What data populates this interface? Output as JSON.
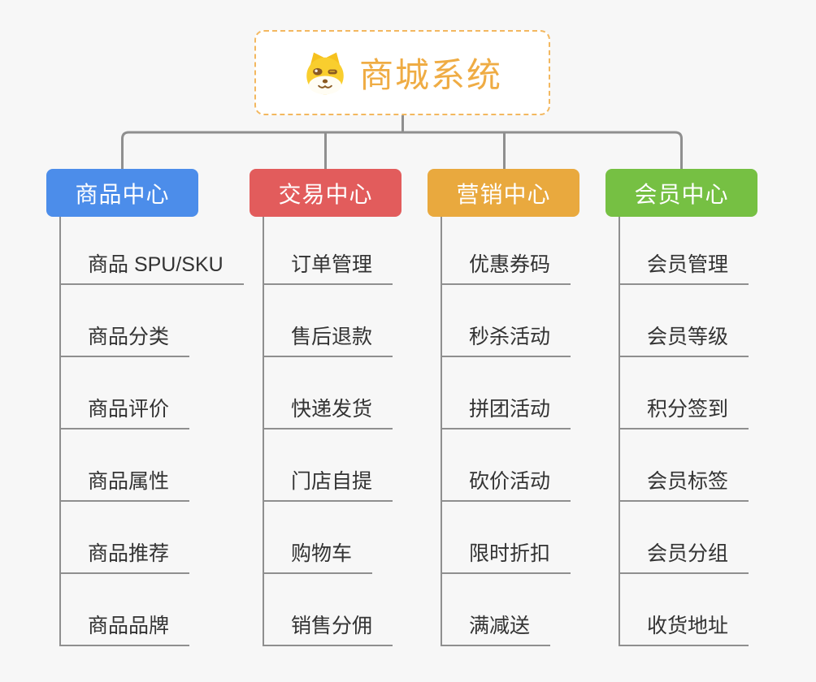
{
  "canvas": {
    "background": "#F7F7F7",
    "connector_color": "#8F8F8F",
    "leaf_line_color": "#8F8F8F"
  },
  "root": {
    "title": "商城系统",
    "icon": "doge-icon",
    "text_color": "#EFAC44",
    "border_color": "#F3B860"
  },
  "branches": [
    {
      "label": "商品中心",
      "color": "#4C8DEA",
      "children": [
        "商品 SPU/SKU",
        "商品分类",
        "商品评价",
        "商品属性",
        "商品推荐",
        "商品品牌"
      ]
    },
    {
      "label": "交易中心",
      "color": "#E25C5C",
      "children": [
        "订单管理",
        "售后退款",
        "快递发货",
        "门店自提",
        "购物车",
        "销售分佣"
      ]
    },
    {
      "label": "营销中心",
      "color": "#E9A93E",
      "children": [
        "优惠券码",
        "秒杀活动",
        "拼团活动",
        "砍价活动",
        "限时折扣",
        "满减送"
      ]
    },
    {
      "label": "会员中心",
      "color": "#76C043",
      "children": [
        "会员管理",
        "会员等级",
        "积分签到",
        "会员标签",
        "会员分组",
        "收货地址"
      ]
    }
  ]
}
